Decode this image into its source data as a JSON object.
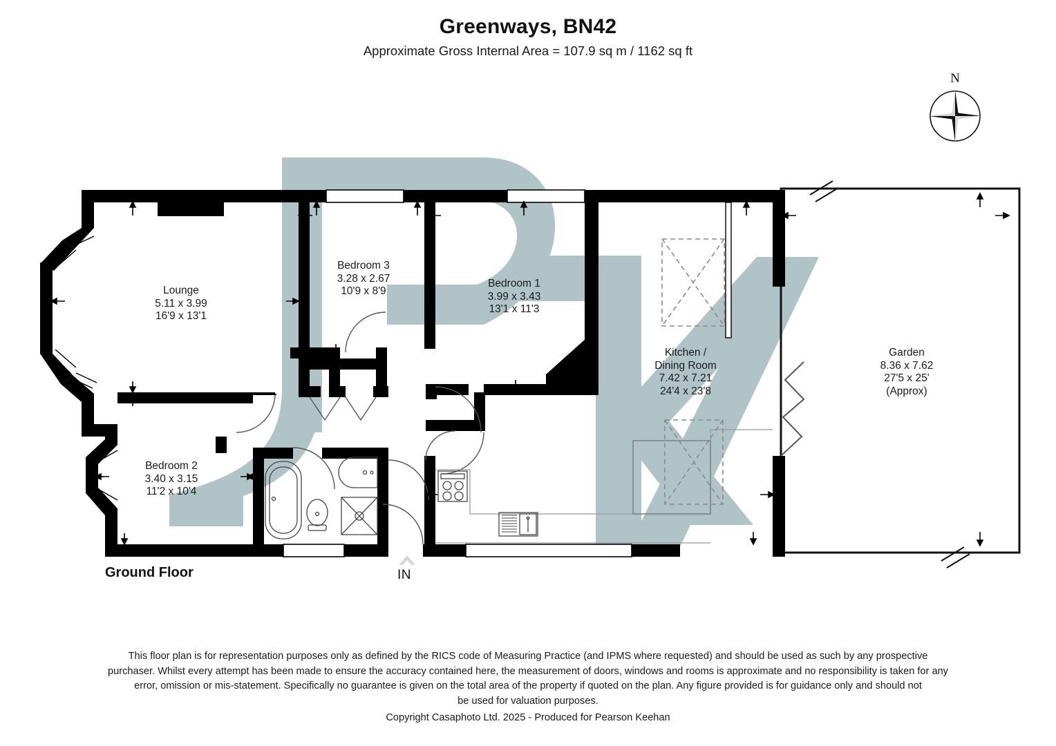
{
  "header": {
    "title": "Greenways, BN42",
    "subtitle": "Approximate Gross Internal Area = 107.9 sq m / 1162 sq ft"
  },
  "compass": {
    "north_label": "N",
    "icon": "compass-rose-icon"
  },
  "floor": {
    "label": "Ground Floor",
    "entrance_label": "IN"
  },
  "rooms": [
    {
      "name": "Lounge",
      "metric": "5.11 x 3.99",
      "imperial": "16'9 x 13'1",
      "note": ""
    },
    {
      "name": "Bedroom 3",
      "metric": "3.28 x 2.67",
      "imperial": "10'9 x 8'9",
      "note": ""
    },
    {
      "name": "Bedroom 1",
      "metric": "3.99 x 3.43",
      "imperial": "13'1 x 11'3",
      "note": ""
    },
    {
      "name": "Bedroom 2",
      "metric": "3.40 x 3.15",
      "imperial": "11'2 x 10'4",
      "note": ""
    },
    {
      "name": "Kitchen /",
      "name2": "Dining Room",
      "metric": "7.42 x 7.21",
      "imperial": "24'4 x 23'8",
      "note": ""
    },
    {
      "name": "Garden",
      "metric": "8.36 x 7.62",
      "imperial": "27'5 x 25'",
      "note": "(Approx)"
    }
  ],
  "watermark": {
    "text": "PK",
    "color": "#b0c4c8"
  },
  "colors": {
    "wall": "#000000",
    "thin_line": "#333333",
    "dashed": "#8a8a8a",
    "text": "#1a1a1a"
  },
  "footer": {
    "line1": "This floor plan is for representation purposes only as defined by the RICS code of Measuring Practice (and IPMS where requested) and should be used as such by any prospective",
    "line2": "purchaser. Whilst every attempt has been made to ensure the accuracy contained here, the measurement of doors, windows and rooms is approximate and no responsibility is taken for any",
    "line3": "error, omission or mis-statement. Specifically no guarantee is given on the total area of the property if quoted on the plan. Any figure provided is for guidance only and should not",
    "line4": "be used for valuation purposes.",
    "copyright": "Copyright Casaphoto Ltd. 2025 - Produced for Pearson Keehan"
  }
}
